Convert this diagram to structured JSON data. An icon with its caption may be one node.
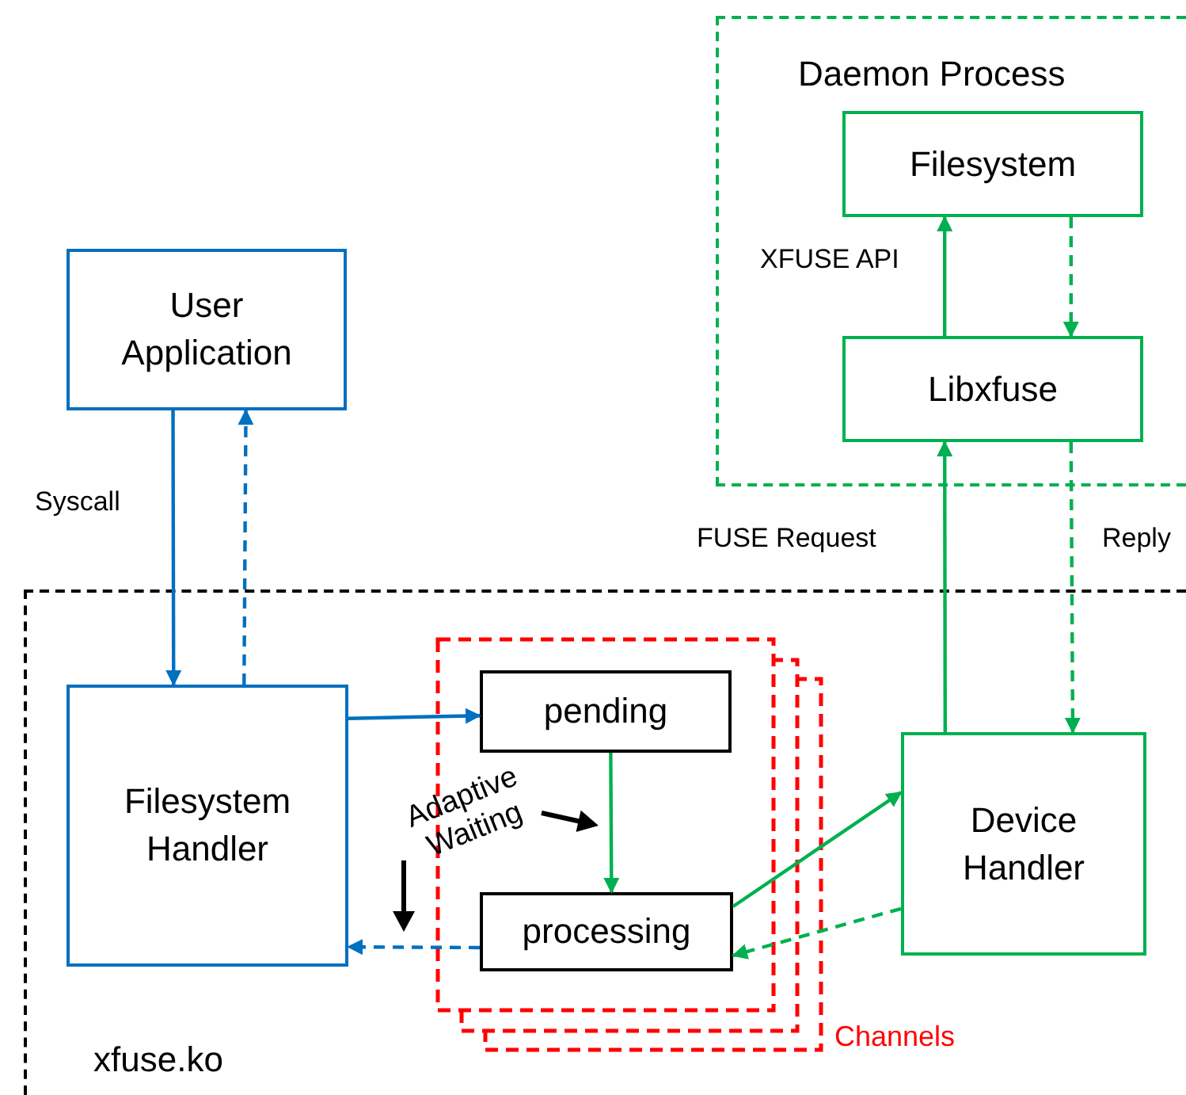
{
  "diagram": {
    "nodes": [
      {
        "text": [
          "Daemon Process"
        ]
      },
      {
        "text": [
          "Filesystem"
        ],
        "in": 0
      },
      {
        "text": [
          "Libxfuse"
        ],
        "in": 0
      },
      {
        "text": [
          "User Application"
        ]
      },
      {
        "text": [
          "xfuse.ko"
        ]
      },
      {
        "text": [
          "Filesystem Handler"
        ],
        "in": 4
      },
      {
        "text": [
          "Channels"
        ],
        "in": 4
      },
      {
        "text": [
          "pending"
        ],
        "in": 6
      },
      {
        "text": [
          "processing"
        ],
        "in": 6
      },
      {
        "text": [
          "Device Handler"
        ],
        "in": 4
      }
    ],
    "edges": [
      {
        "from": 2,
        "to": 1,
        "arrow": "to",
        "label": "XFUSE API"
      },
      {
        "from": 1,
        "to": 2,
        "arrow": "to",
        "style": "dashed"
      },
      {
        "from": 9,
        "to": 2,
        "arrow": "to",
        "label": "FUSE Request"
      },
      {
        "from": 2,
        "to": 9,
        "arrow": "to",
        "style": "dashed",
        "label": "Reply"
      },
      {
        "from": 3,
        "to": 5,
        "arrow": "to",
        "color": "#0070c0",
        "label": "Syscall"
      },
      {
        "from": 5,
        "to": 3,
        "arrow": "to",
        "style": "dashed",
        "color": "#0070c0"
      },
      {
        "from": 5,
        "to": 7,
        "arrow": "to",
        "color": "#0070c0"
      },
      {
        "from": 7,
        "to": 8,
        "arrow": "to"
      },
      {
        "from": 8,
        "to": 9,
        "arrow": "to"
      },
      {
        "from": 9,
        "to": 8,
        "arrow": "to",
        "style": "dashed"
      },
      {
        "from": 8,
        "to": 5,
        "arrow": "to",
        "style": "dashed",
        "color": "#0070c0"
      }
    ],
    "labels": [
      "Adaptive Waiting"
    ]
  }
}
